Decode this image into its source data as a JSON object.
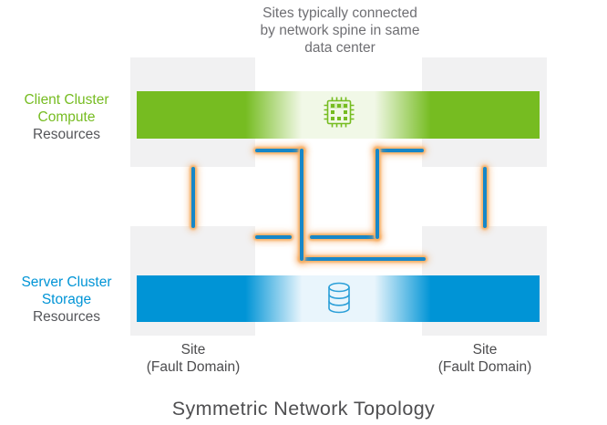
{
  "title": "Symmetric Network Topology",
  "caption_top": "Sites typically connected\nby network spine in same\ndata center",
  "left_labels": {
    "client": {
      "primary1": "Client Cluster",
      "primary2": "Compute",
      "secondary": "Resources"
    },
    "server": {
      "primary1": "Server Cluster",
      "primary2": "Storage",
      "secondary": "Resources"
    }
  },
  "sites": {
    "left_label": "Site\n(Fault Domain)",
    "right_label": "Site\n(Fault Domain)"
  },
  "icons": {
    "compute": "chip-icon",
    "storage": "database-stack-icon"
  },
  "colors": {
    "client_green": "#76bc21",
    "server_blue": "#0094d6",
    "spine_line_blue": "#1787c8",
    "spine_glow_orange": "#f7b269",
    "site_column_gray": "#f1f1f2",
    "text_dark": "#4f4f51",
    "text_muted": "#6f6f73"
  }
}
